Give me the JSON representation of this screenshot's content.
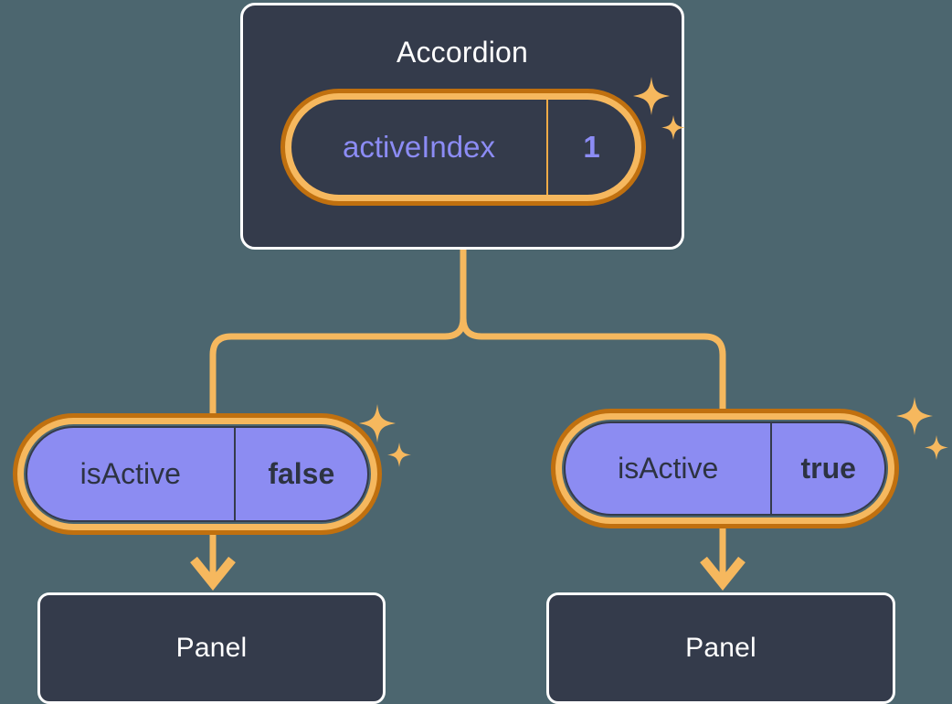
{
  "diagram": {
    "type": "component-state-tree",
    "background_color": "#4c666f",
    "accent_color": "#f6b85e",
    "ring_outer_color": "#c0700f",
    "box_fill_color": "#343b4b",
    "pill_fill_color": "#8c8cf2",
    "state_text_color": "#8c8cf5"
  },
  "accordion": {
    "title": "Accordion",
    "state": {
      "key": "activeIndex",
      "value": "1"
    }
  },
  "branches": [
    {
      "state": {
        "key": "isActive",
        "value": "false"
      },
      "child": {
        "title": "Panel"
      }
    },
    {
      "state": {
        "key": "isActive",
        "value": "true"
      },
      "child": {
        "title": "Panel"
      }
    }
  ],
  "icons": {
    "sparkle": "sparkle-icon",
    "arrow": "arrow-down-icon"
  }
}
